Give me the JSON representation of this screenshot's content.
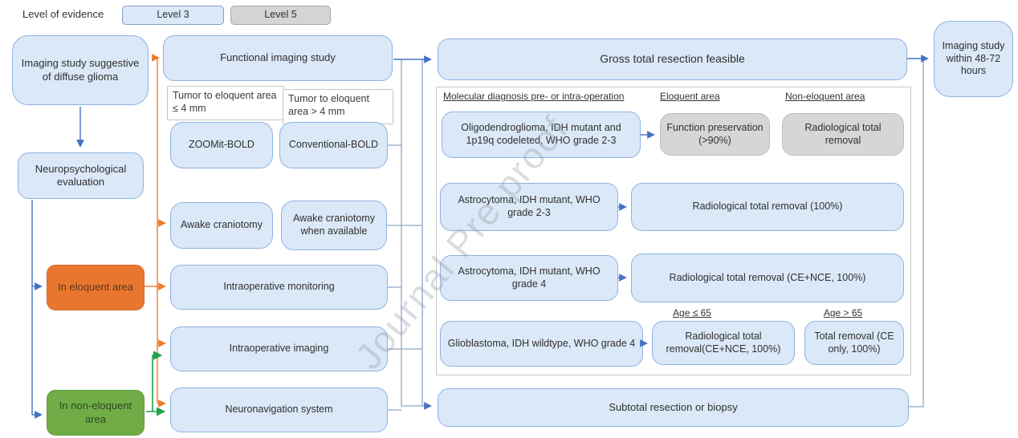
{
  "legend": {
    "label": "Level of evidence",
    "level3": "Level 3",
    "level5": "Level 5"
  },
  "left": {
    "imaging_study": "Imaging study suggestive of diffuse glioma",
    "neuropsych": "Neuropsychological evaluation",
    "eloquent": "In eloquent area",
    "non_eloquent": "In non-eloquent area"
  },
  "middle": {
    "functional": "Functional imaging study",
    "label_le4": "Tumor to eloquent area ≤ 4 mm",
    "label_gt4": "Tumor to eloquent area > 4 mm",
    "zoomit": "ZOOMit-BOLD",
    "conventional": "Conventional-BOLD",
    "awake": "Awake craniotomy",
    "awake_avail": "Awake craniotomy when available",
    "iom": "Intraoperative monitoring",
    "ioi": "Intraoperative imaging",
    "nav": "Neuronavigation system"
  },
  "right": {
    "gross_header": "Gross total resection feasible",
    "columns": {
      "molecular": "Molecular diagnosis pre- or intra-operation",
      "eloquent": "Eloquent area",
      "non_eloquent": "Non-eloquent area"
    },
    "row1": {
      "diagnosis": "Oligodendroglioma, IDH mutant and 1p19q codeleted, WHO grade 2-3",
      "eloquent_outcome": "Function preservation (>90%)",
      "non_eloquent_outcome": "Radiological total removal"
    },
    "row2": {
      "diagnosis": "Astrocytoma, IDH mutant, WHO grade 2-3",
      "outcome": "Radiological total removal (100%)"
    },
    "row3": {
      "diagnosis": "Astrocytoma, IDH mutant, WHO grade 4",
      "outcome": "Radiological total removal (CE+NCE, 100%)"
    },
    "row4": {
      "diagnosis": "Glioblastoma, IDH wildtype, WHO grade 4",
      "age_le_label": "Age ≤ 65",
      "age_gt_label": "Age > 65",
      "age_le_outcome": "Radiological total removal(CE+NCE, 100%)",
      "age_gt_outcome": "Total removal (CE only, 100%)"
    },
    "subtotal": "Subtotal resection or biopsy"
  },
  "outcome": {
    "imaging_48_72": "Imaging study within 48-72 hours"
  },
  "watermark": "Journal Pre-proof",
  "colors": {
    "box_blue": "#dbe8f7",
    "box_blue_border": "#8db3e2",
    "box_gray": "#d6d6d6",
    "accent_orange": "#e9762e",
    "accent_green": "#70ad47",
    "arrow_blue": "#4472c4",
    "arrow_orange": "#ed7d31",
    "arrow_green": "#1fa24a",
    "bus_gray": "#8ca6c6"
  }
}
